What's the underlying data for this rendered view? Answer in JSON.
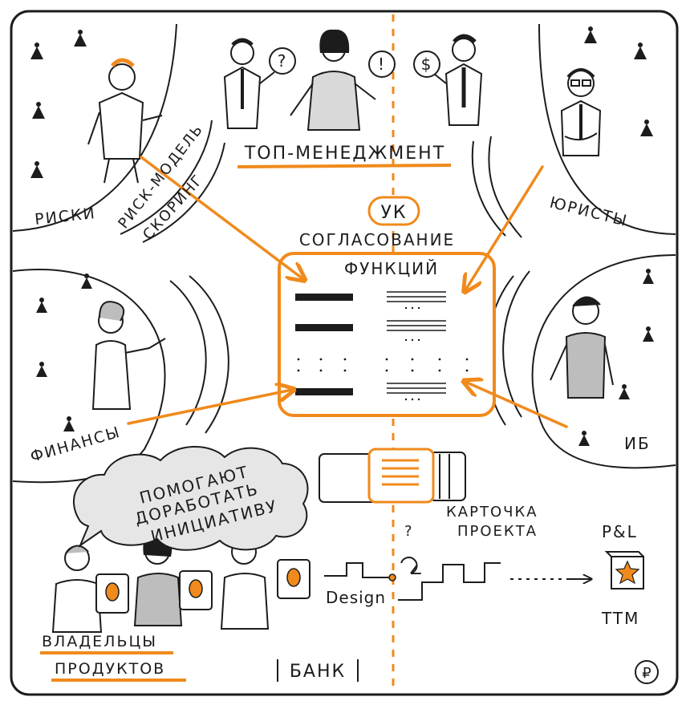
{
  "colors": {
    "ink": "#1c1c1c",
    "accent": "#f08a1c",
    "paper": "#ffffff",
    "shade": "#bdbdbd"
  },
  "labels": {
    "top_management": "ТОП-МЕНЕДЖМЕНТ",
    "uk": "УК",
    "approval_line1": "СОГЛАСОВАНИЕ",
    "approval_line2": "ФУНКЦИЙ",
    "risks": "РИСКИ",
    "risk_model": "РИСК-МОДЕЛЬ",
    "scoring": "СКОРИНГ",
    "lawyers": "ЮРИСТЫ",
    "finance": "ФИНАНСЫ",
    "infosec": "ИБ",
    "help_line1": "ПОМОГАЮТ",
    "help_line2": "ДОРАБОТАТЬ",
    "help_line3": "ИНИЦИАТИВУ",
    "project_card_line1": "КАРТОЧКА",
    "project_card_line2": "ПРОЕКТА",
    "question": "?",
    "design": "Design",
    "pl": "P&L",
    "ttm": "TTM",
    "owners_line1": "ВЛАДЕЛЬЦЫ",
    "owners_line2": "ПРОДУКТОВ",
    "bank": "БАНК",
    "ruble": "₽"
  },
  "icons": {
    "speech_question": "?",
    "speech_exclaim": "!",
    "speech_dollar": "$"
  }
}
